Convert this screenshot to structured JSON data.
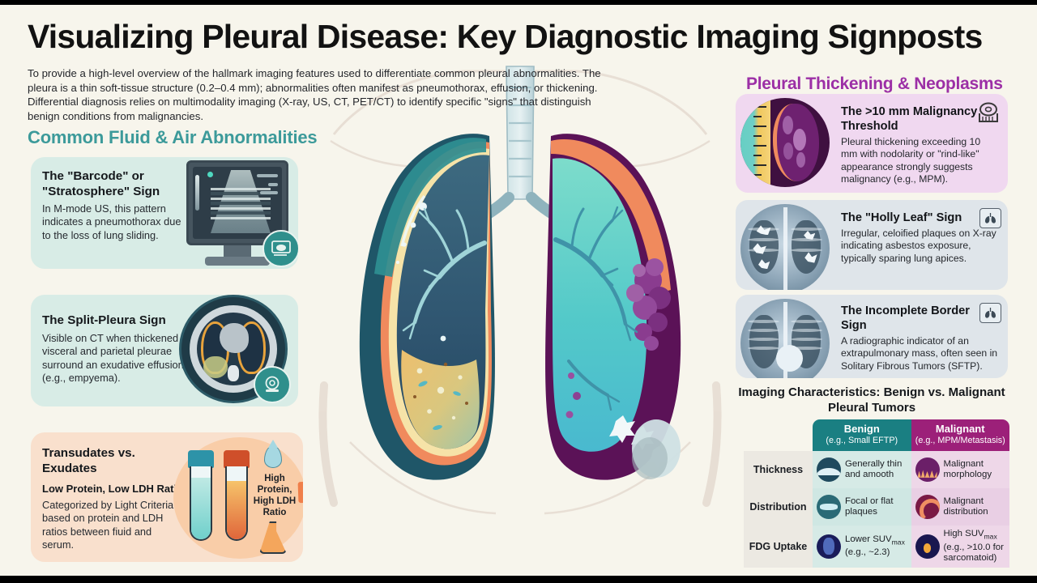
{
  "header": {
    "title": "Visualizing Pleural Disease: Key Diagnostic Imaging Signposts",
    "intro": "To provide a high-level overview of the hallmark imaging features used to differentiate common pleural abnormalities. The pleura is a thin soft-tissue structure (0.2–0.4 mm); abnormalities often manifest as pneumothorax, effusion, or thickening. Differential diagnosis relies on multimodality imaging (X-ray, US, CT, PET/CT) to identify specific \"signs\" that distinguish benign conditions from malignancies."
  },
  "sections": {
    "left_heading": "Common Fluid & Air Abnormalities",
    "right_heading": "Pleural Thickening & Neoplasms"
  },
  "left_cards": [
    {
      "title": "The \"Barcode\" or \"Stratosphere\" Sign",
      "body": "In M-mode US, this pattern indicates a pneumothorax due to the loss of lung sliding.",
      "icon": "ultrasound-monitor-icon"
    },
    {
      "title": "The Split-Pleura Sign",
      "body": "Visible on CT when thickened visceral and parietal pleurae surround an exudative effusion (e.g., empyema).",
      "icon": "ct-scanner-icon"
    },
    {
      "title": "Transudates vs. Exudates",
      "subtitle": "Low Protein, Low LDH Ratio",
      "body": "Categorized by Light Criteria based on protein and LDH ratios between fiuid and serum.",
      "callout": "High Protein, High LDH Ratio",
      "icon": "test-tubes-icon"
    }
  ],
  "right_cards": [
    {
      "title": "The >10 mm Malignancy Threshold",
      "body": "Pleural thickening exceeding 10 mm with nodolarity or \"rind-like\" appearance strongly suggests malignancy (e.g., MPM).",
      "icon": "measuring-tape-icon"
    },
    {
      "title": "The \"Holly Leaf\" Sign",
      "body": "Irregular, celoified plaques on X-ray indicating asbestos exposure, typically sparing lung apices.",
      "icon": "lungs-xray-icon"
    },
    {
      "title": "The Incomplete Border Sign",
      "body": "A radiographic indicator of an extrapulmonary mass, often seen in Solitary Fibrous Tumors (SFTP).",
      "icon": "lungs-xray-icon"
    }
  ],
  "table": {
    "title": "Imaging Characteristics: Benign vs. Malignant Pleural Tumors",
    "columns": [
      {
        "name": "Benign",
        "sub": "(e.g., Small EFTP)",
        "color": "#1a7f82"
      },
      {
        "name": "Malignant",
        "sub": "(e.g., MPM/Metastasis)",
        "color": "#9c2079"
      }
    ],
    "rows": [
      {
        "label": "Thickness",
        "benign": "Generally thin and amooth",
        "benign_icon": "thin-smooth-pleura-icon",
        "malignant": "Malignant morphology",
        "malignant_icon": "nodular-morphology-icon"
      },
      {
        "label": "Distribution",
        "benign": "Focal or flat plaques",
        "benign_icon": "focal-plaque-icon",
        "malignant": "Malignant distribution",
        "malignant_icon": "circumferential-rind-icon"
      },
      {
        "label": "FDG Uptake",
        "benign_pre": "Lower SUV",
        "benign_post": "(e.g., ~2.3)",
        "benign_icon": "pet-scan-low-icon",
        "malignant_pre": "High SUV",
        "malignant_post": "(e.g., >10.0 for sarcomatoid)",
        "malignant_icon": "pet-scan-high-icon",
        "sub": "max"
      }
    ]
  },
  "illustration": {
    "name": "thoracic-lungs-cross-section",
    "left_lung_label": "pneumothorax-and-effusion",
    "right_lung_label": "pleural-thickening-and-nodules"
  },
  "colors": {
    "background": "#f7f5ec",
    "teal_heading": "#3c9a9a",
    "purple_heading": "#9c2fa6",
    "mint_card": "#d8ece6",
    "peach_card": "#f9e0cd",
    "lilac_card": "#f0d8f0",
    "grey_card": "#dfe5ea"
  }
}
